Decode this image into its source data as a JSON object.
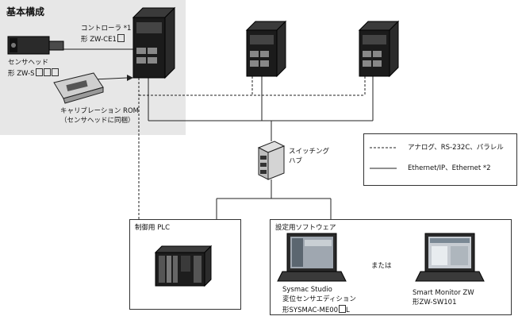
{
  "section_title": "基本構成",
  "controller": {
    "label_line1": "コントローラ *1",
    "label_line2": "形 ZW-CE1"
  },
  "sensor_head": {
    "label_line1": "センサヘッド",
    "label_line2": "形 ZW-S"
  },
  "calibration_rom": {
    "label_line1": "キャリブレーション ROM",
    "label_line2": "（センサヘッドに同梱）"
  },
  "switching_hub": {
    "label_line1": "スイッチング",
    "label_line2": "ハブ"
  },
  "legend": {
    "dashed_label": "アナログ、RS-232C、パラレル",
    "solid_label": "Ethernet/IP、Ethernet *2"
  },
  "plc_box": {
    "title": "制御用 PLC"
  },
  "software_box": {
    "title": "設定用ソフトウェア",
    "or_text": "または",
    "left_caption": [
      "Sysmac Studio",
      "変位センサエディション",
      "形SYSMAC-ME00",
      "L"
    ],
    "right_caption": [
      "Smart Monitor ZW",
      "形ZW-SW101"
    ]
  },
  "icons": [
    "controller-unit",
    "sensor-head",
    "calibration-rom",
    "switching-hub",
    "plc-unit",
    "laptop"
  ]
}
